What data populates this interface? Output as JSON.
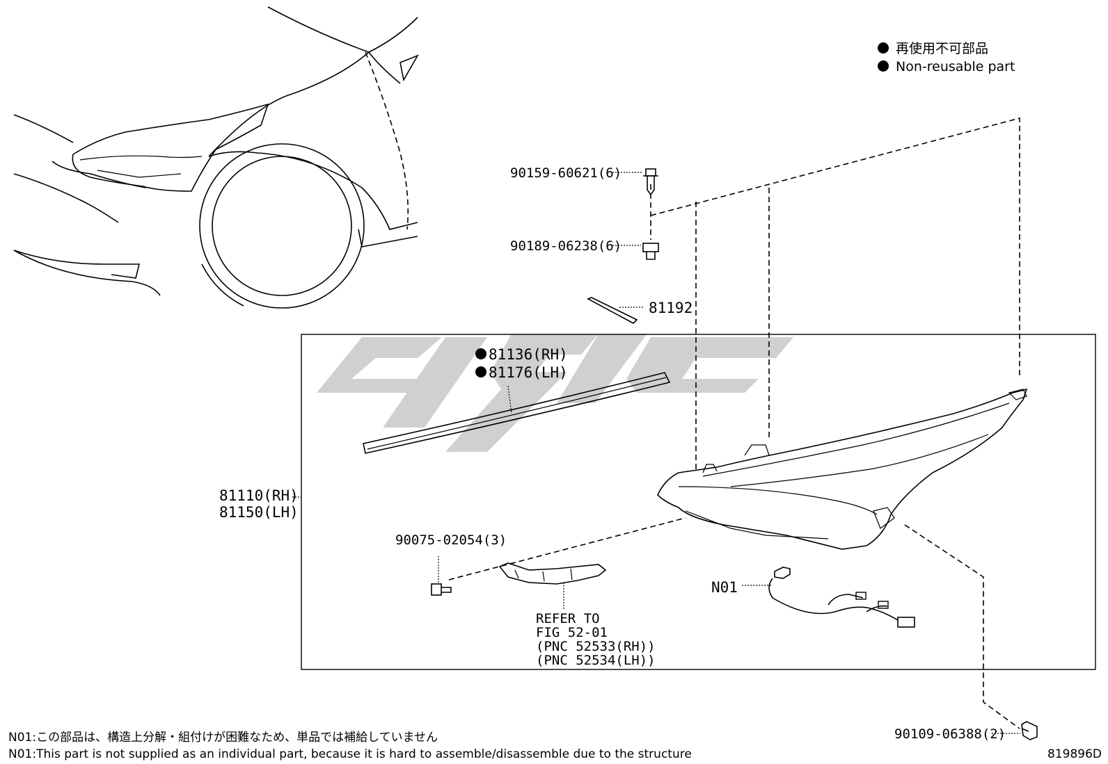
{
  "legend": {
    "line1": "再使用不可部品",
    "line2": "Non-reusable part"
  },
  "parts": {
    "bolt_top": "90159-60621(6)",
    "nut": "90189-06238(6)",
    "seal": "81192",
    "trim_rh": "81136(RH)",
    "trim_lh": "81176(LH)",
    "lamp_rh": "81110(RH)",
    "lamp_lh": "81150(LH)",
    "screw": "90075-02054(3)",
    "refer_1": "REFER TO",
    "refer_2": "FIG 52-01",
    "refer_3": "(PNC 52533(RH))",
    "refer_4": "(PNC 52534(LH))",
    "harness": "N01",
    "bolt_bottom": "90109-06388(2)"
  },
  "notes": {
    "jp": "N01:この部品は、構造上分解・組付けが困難なため、単品では補給していません",
    "en": "N01:This part is not supplied as an individual part, because it is hard to assemble/disassemble due to the structure"
  },
  "figure_code": "819896D",
  "colors": {
    "line": "#000000",
    "watermark": "#c8c8c8"
  }
}
